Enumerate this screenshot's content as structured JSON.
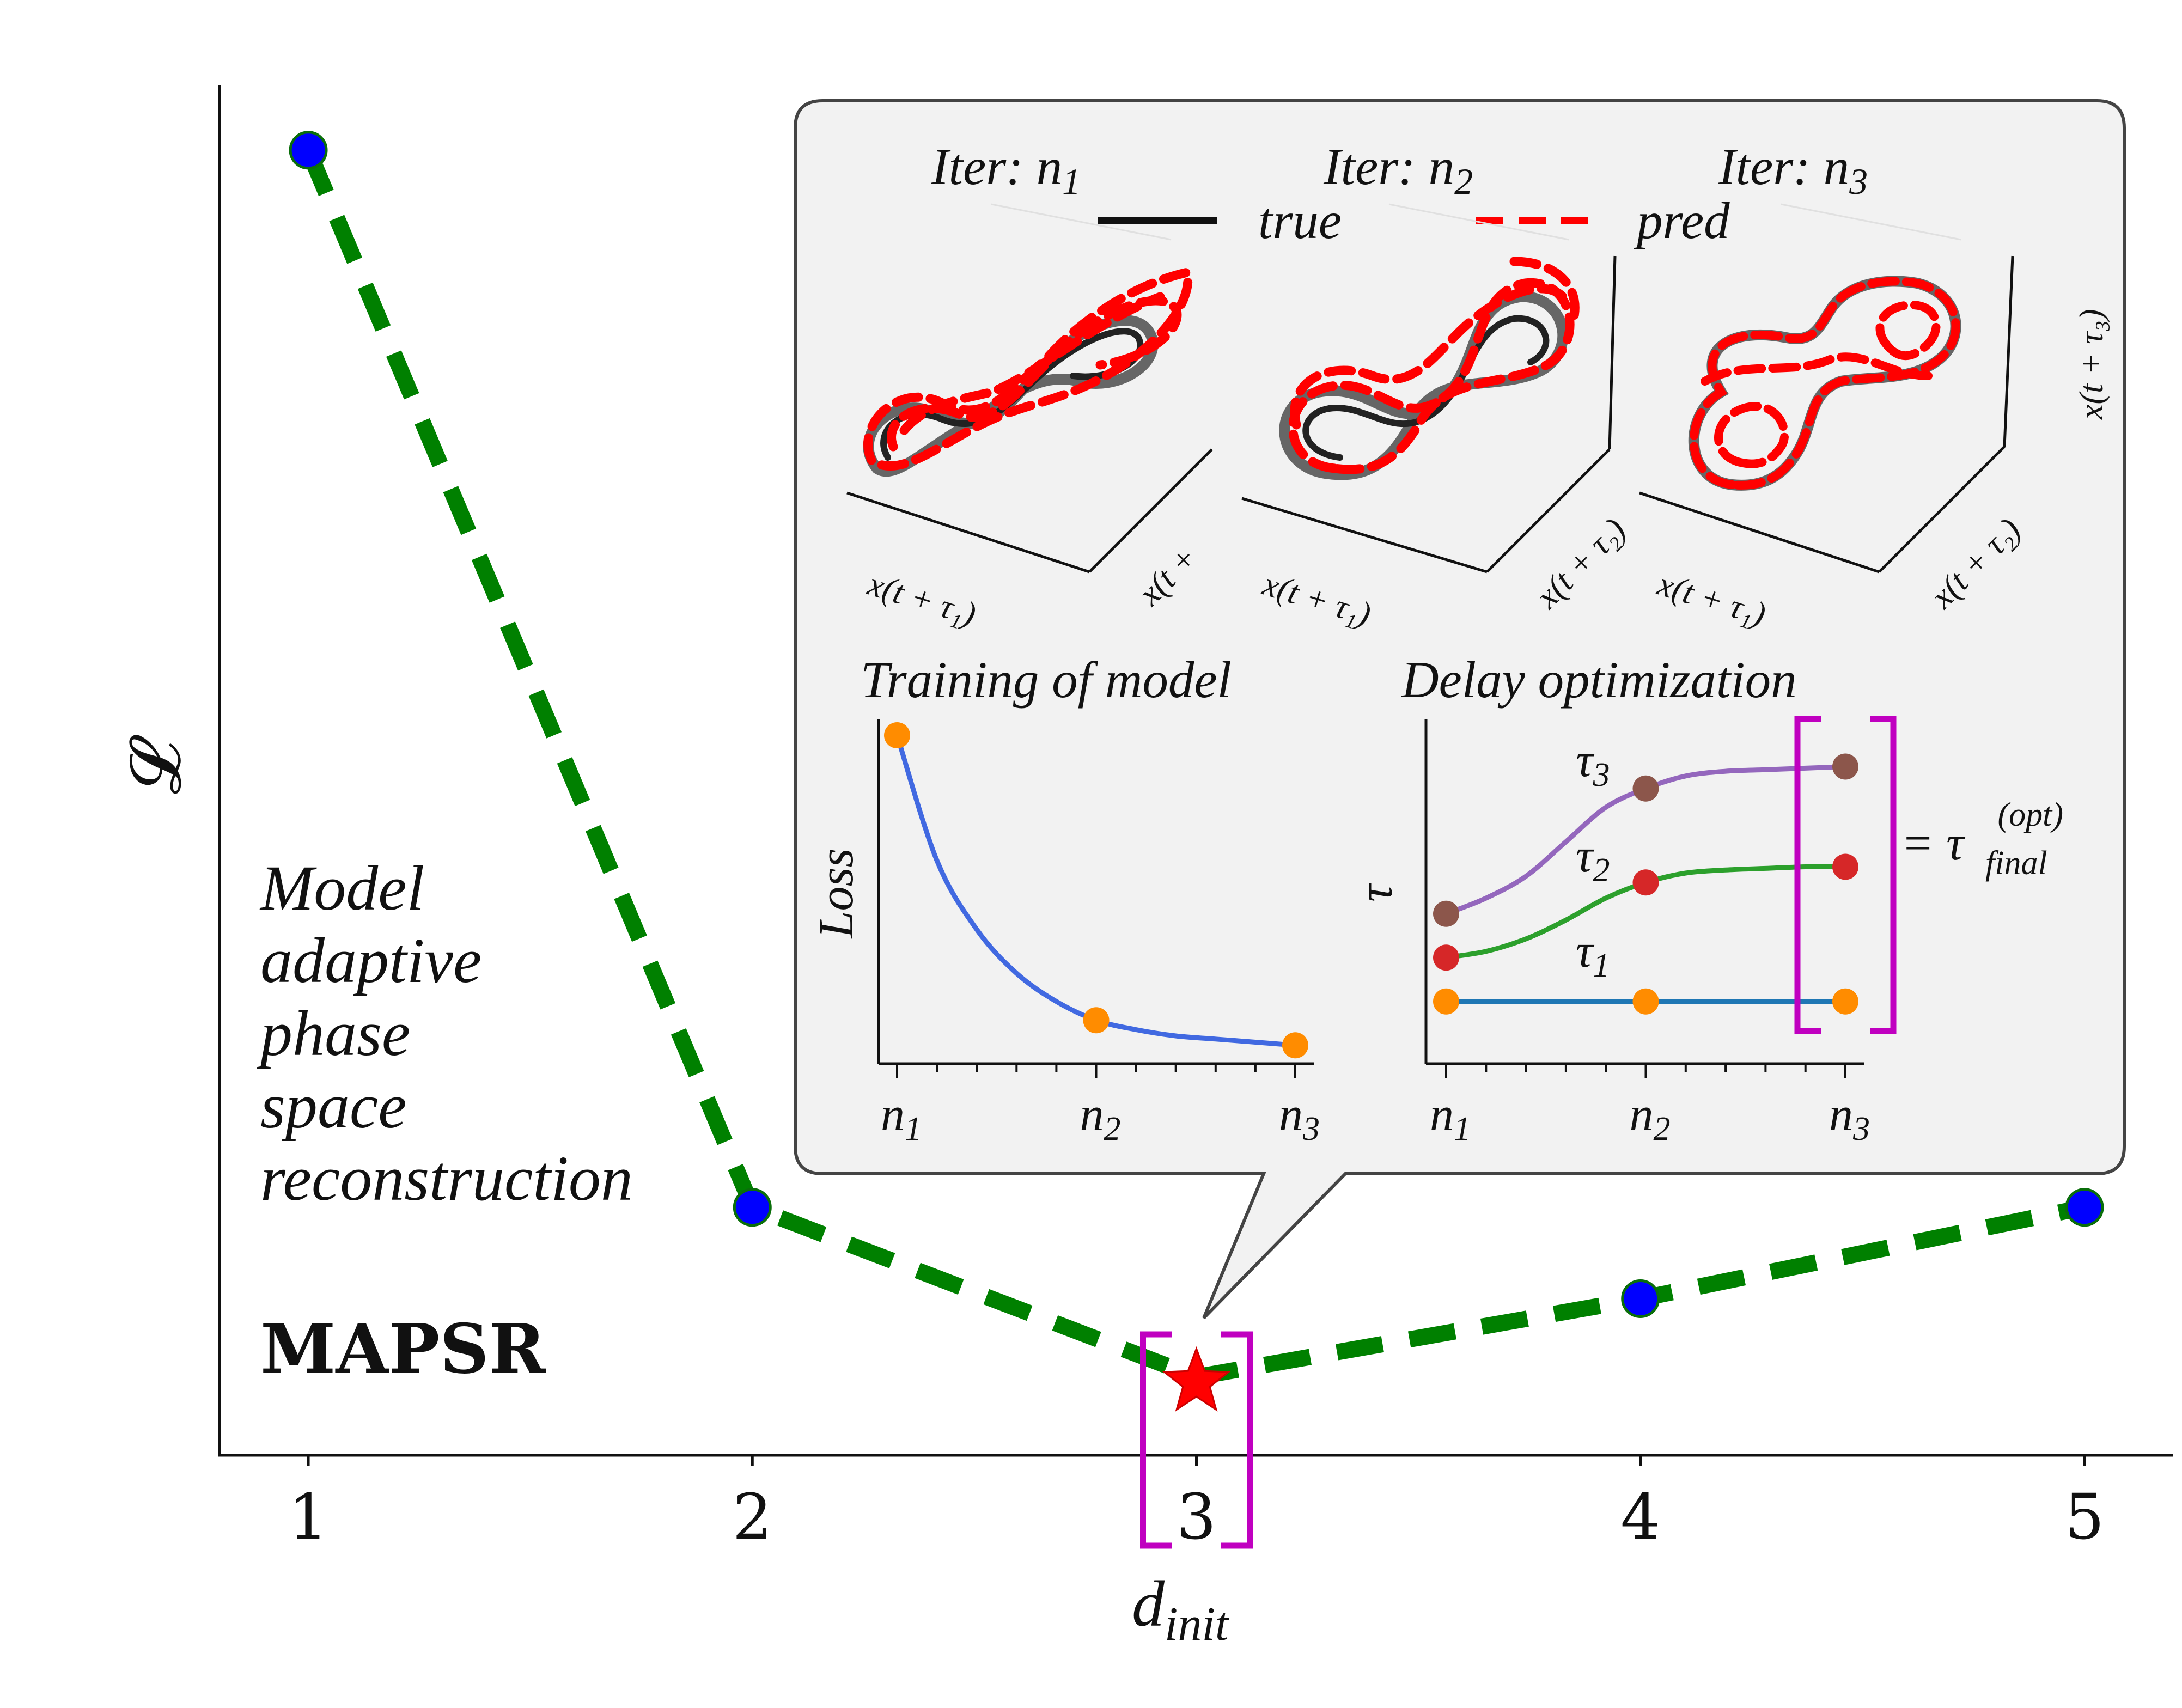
{
  "colors": {
    "main_line": "#008000",
    "marker": "#0000ff",
    "star": "#ff0000",
    "bracket": "#c000c0",
    "loss_line": "#4169e1",
    "orange": "#ff8c00",
    "tau1": "#1f77b4",
    "tau2": "#2ca02c",
    "tau3": "#9467bd",
    "dot_red": "#d62728",
    "dot_brown": "#8c564b",
    "inset_bg": "#f2f2f2"
  },
  "text": {
    "y_axis_label": "𝓛",
    "x_label_main": "d",
    "x_label_sub": "init",
    "description_lines": [
      "Model",
      "adaptive",
      "phase",
      "space",
      "reconstruction"
    ],
    "method_name": "MAPSR",
    "iter_prefix": "Iter: ",
    "iter_labels": [
      "n",
      "n",
      "n"
    ],
    "iter_subs": [
      "1",
      "2",
      "3"
    ],
    "legend_true": "true",
    "legend_pred": "pred",
    "ax_label_x1": "x(t + τ₁)",
    "ax_label_x2": "x(t + τ₂)",
    "ax_label_x3": "x(t + τ₃)",
    "ax_label_trunc": "x(t +",
    "training_title": "Training of model",
    "delay_title": "Delay optimization",
    "loss_label": "Loss",
    "tau_label": "τ",
    "tau_curve_labels": [
      "τ",
      "τ",
      "τ"
    ],
    "tau_curve_subs": [
      "1",
      "2",
      "3"
    ],
    "final_eq_prefix": "= ",
    "final_eq_tau": "τ⃗",
    "final_eq_sup": "(opt)",
    "final_eq_sub": "final",
    "inset_tick_labels": [
      "n",
      "n",
      "n"
    ],
    "inset_tick_subs": [
      "1",
      "2",
      "3"
    ]
  },
  "chart_data": [
    {
      "type": "line",
      "title": "",
      "xlabel": "d_init",
      "ylabel": "𝓛",
      "x": [
        1,
        2,
        3,
        4,
        5
      ],
      "y": [
        1.0,
        0.19,
        0.06,
        0.12,
        0.19
      ],
      "x_tick_labels": [
        "1",
        "2",
        "3",
        "4",
        "5"
      ],
      "xlim": [
        0.8,
        5.2
      ],
      "ylim": [
        0,
        1.05
      ],
      "highlight": {
        "x": 3,
        "marker": "star"
      },
      "grid": false,
      "legend": "none"
    },
    {
      "type": "line",
      "title": "Training of model",
      "xlabel": "",
      "ylabel": "Loss",
      "x_tick_labels": [
        "n1",
        "n2",
        "n3"
      ],
      "series": [
        {
          "x": [
            0,
            1,
            2,
            3,
            4,
            5,
            6,
            7,
            8,
            9,
            10
          ],
          "y": [
            1.0,
            0.6,
            0.38,
            0.24,
            0.15,
            0.09,
            0.06,
            0.04,
            0.03,
            0.02,
            0.01
          ]
        }
      ],
      "highlight_points": [
        {
          "x": 0,
          "y": 1.0
        },
        {
          "x": 5,
          "y": 0.09
        },
        {
          "x": 10,
          "y": 0.01
        }
      ],
      "xlim": [
        0,
        10
      ],
      "ylim": [
        0,
        1.0
      ]
    },
    {
      "type": "line",
      "title": "Delay optimization",
      "xlabel": "",
      "ylabel": "τ",
      "x_tick_labels": [
        "n1",
        "n2",
        "n3"
      ],
      "xlim": [
        0,
        10
      ],
      "ylim": [
        0,
        1.0
      ],
      "series": [
        {
          "name": "τ1",
          "x": [
            0,
            1,
            2,
            3,
            4,
            5,
            6,
            7,
            8,
            9,
            10
          ],
          "y": [
            0.15,
            0.15,
            0.15,
            0.15,
            0.15,
            0.15,
            0.15,
            0.15,
            0.15,
            0.15,
            0.15
          ]
        },
        {
          "name": "τ2",
          "x": [
            0,
            1,
            2,
            3,
            4,
            5,
            6,
            7,
            8,
            9,
            10
          ],
          "y": [
            0.29,
            0.31,
            0.35,
            0.41,
            0.48,
            0.53,
            0.56,
            0.57,
            0.575,
            0.58,
            0.58
          ]
        },
        {
          "name": "τ3",
          "x": [
            0,
            1,
            2,
            3,
            4,
            5,
            6,
            7,
            8,
            9,
            10
          ],
          "y": [
            0.43,
            0.48,
            0.55,
            0.66,
            0.77,
            0.83,
            0.87,
            0.885,
            0.89,
            0.895,
            0.9
          ]
        }
      ],
      "highlight_points": [
        {
          "x": 0
        },
        {
          "x": 5
        },
        {
          "x": 10
        }
      ]
    }
  ]
}
